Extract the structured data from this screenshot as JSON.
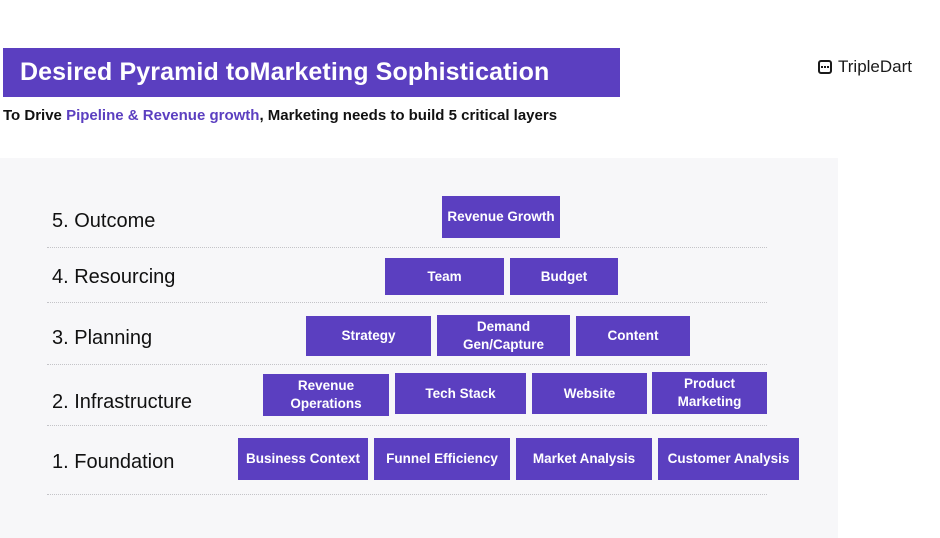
{
  "header": {
    "title": "Desired Pyramid toMarketing Sophistication",
    "logo_text": "TripleDart",
    "logo_icon": "dotted-square-icon"
  },
  "subtitle": {
    "prefix": "To Drive ",
    "highlight": "Pipeline & Revenue growth",
    "suffix": ", Marketing needs to build 5 critical layers"
  },
  "colors": {
    "accent": "#5b3fc0",
    "panel_bg": "#f7f7f9"
  },
  "layers": [
    {
      "label": "5. Outcome",
      "blocks": [
        "Revenue Growth"
      ]
    },
    {
      "label": "4. Resourcing",
      "blocks": [
        "Team",
        "Budget"
      ]
    },
    {
      "label": "3. Planning",
      "blocks": [
        "Strategy",
        "Demand Gen/Capture",
        "Content"
      ]
    },
    {
      "label": "2. Infrastructure",
      "blocks": [
        "Revenue Operations",
        "Tech Stack",
        "Website",
        "Product Marketing"
      ]
    },
    {
      "label": "1. Foundation",
      "blocks": [
        "Business Context",
        "Funnel Efficiency",
        "Market Analysis",
        "Customer Analysis"
      ]
    }
  ]
}
